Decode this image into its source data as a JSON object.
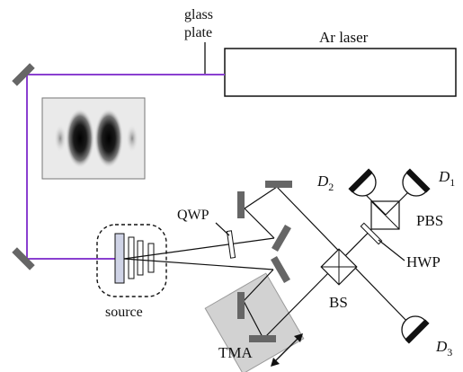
{
  "labels": {
    "glass_plate_line1": "glass",
    "glass_plate_line2": "plate",
    "ar_laser": "Ar laser",
    "qwp": "QWP",
    "source": "source",
    "tma": "TMA",
    "bs": "BS",
    "pbs": "PBS",
    "hwp": "HWP",
    "d1": "D",
    "d1_sub": "1",
    "d2": "D",
    "d2_sub": "2",
    "d3": "D",
    "d3_sub": "3"
  },
  "colors": {
    "pump_beam": "#8a3fd0",
    "optics": "#666666",
    "tma_box": "#d2d2d2",
    "line": "#111111"
  }
}
